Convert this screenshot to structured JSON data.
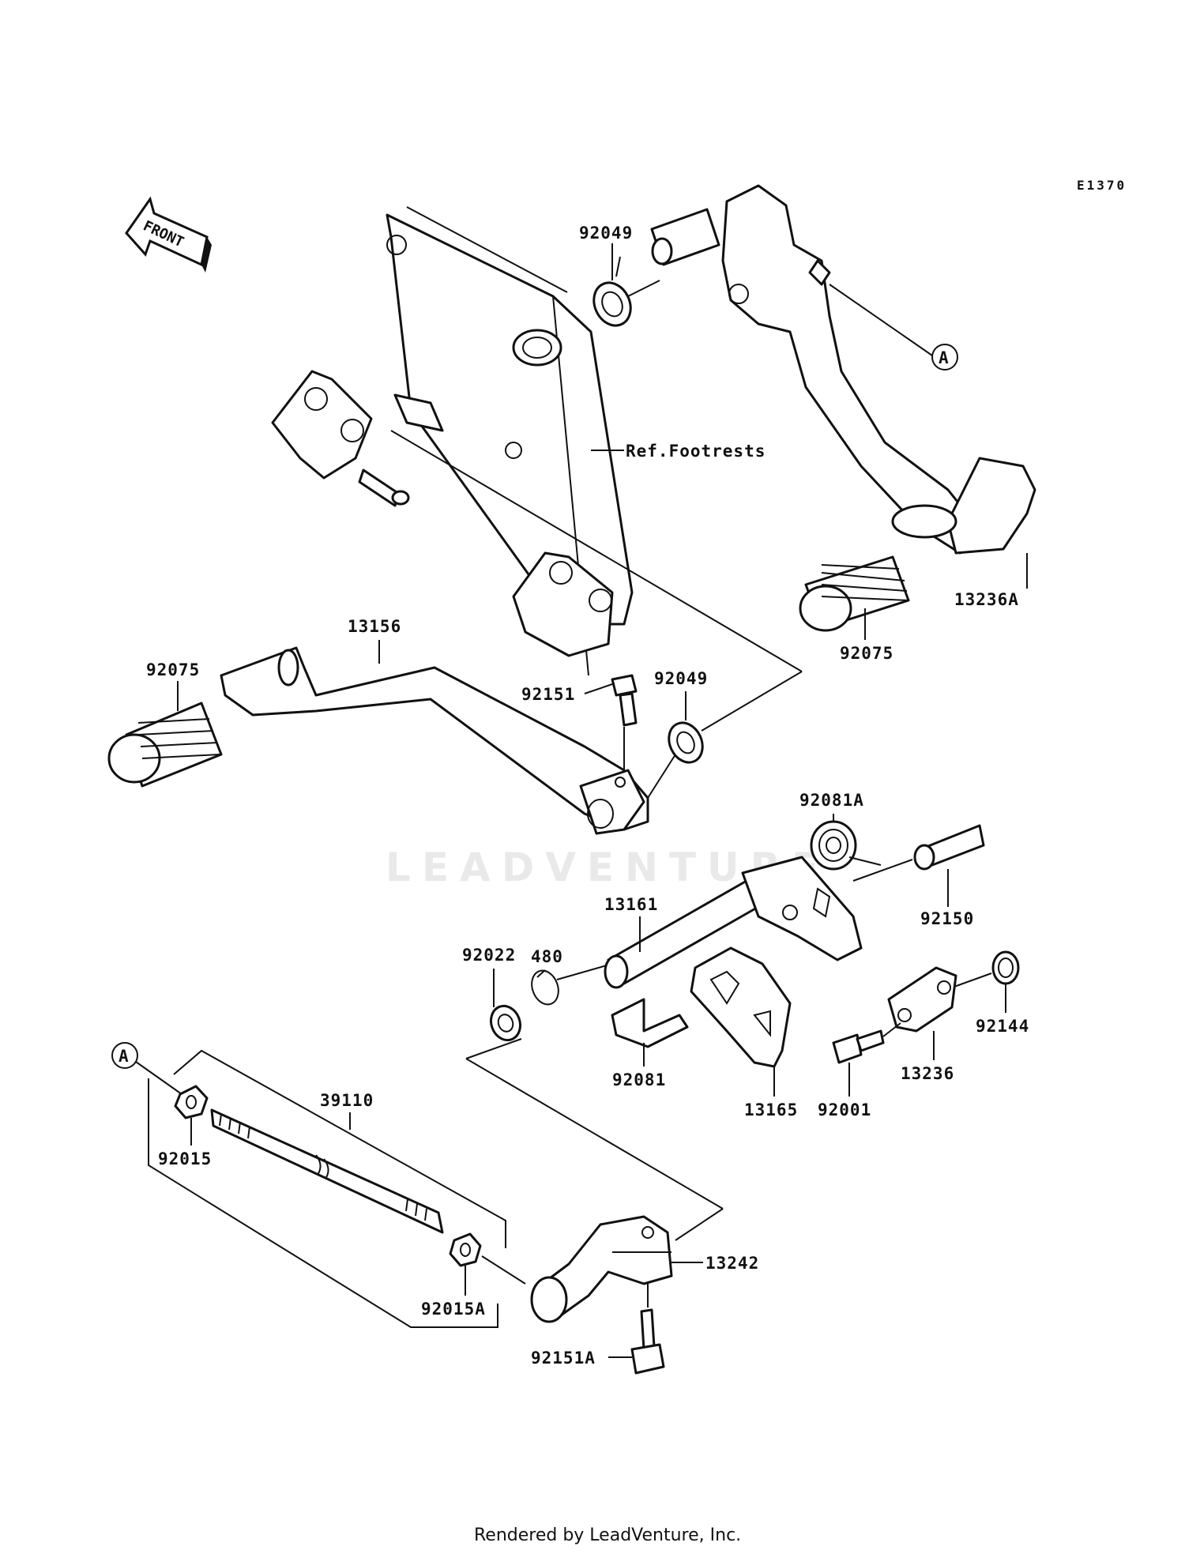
{
  "diagram_code": "E1370",
  "front_label": "FRONT",
  "watermark": "LEADVENTURE",
  "footer": "Rendered by LeadVenture, Inc.",
  "reference_label": "Ref.Footrests",
  "callout_letter": "A",
  "part_numbers": {
    "p92049_top": "92049",
    "p13236A": "13236A",
    "p92075_right": "92075",
    "p13156": "13156",
    "p92075_left": "92075",
    "p92151": "92151",
    "p92049_mid": "92049",
    "p92081A": "92081A",
    "p92150": "92150",
    "p13161": "13161",
    "p480": "480",
    "p92022": "92022",
    "p92144": "92144",
    "p13236": "13236",
    "p92081": "92081",
    "p13165": "13165",
    "p92001": "92001",
    "p39110": "39110",
    "p92015": "92015",
    "p13242": "13242",
    "p92015A": "92015A",
    "p92151A": "92151A"
  }
}
